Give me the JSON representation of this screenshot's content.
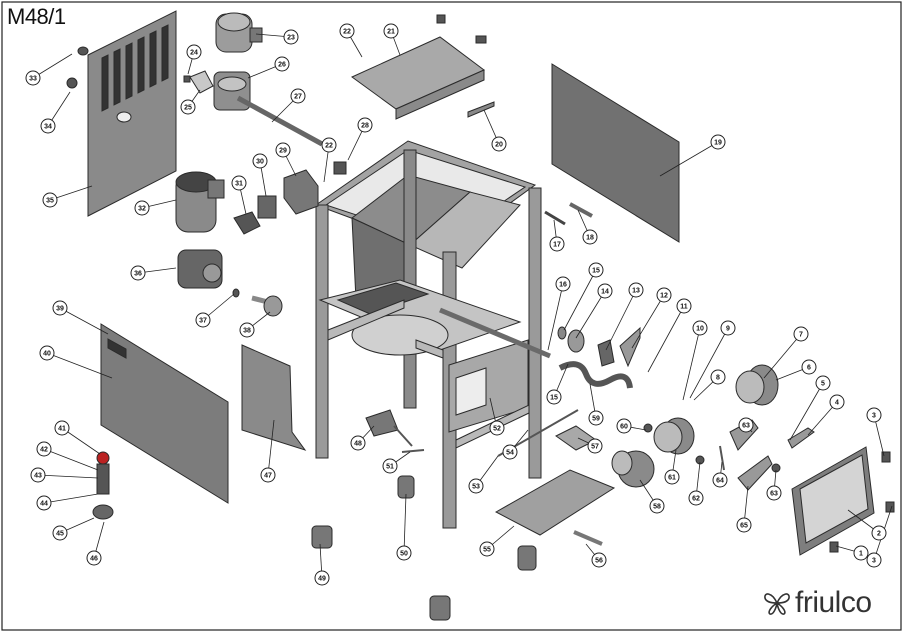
{
  "diagram_title": "M48/1",
  "brand": {
    "name": "friulco",
    "icon": "butterfly-logo-icon"
  },
  "colors": {
    "metal": "#8f8f8f",
    "metal_dark": "#5e5e5e",
    "metal_light": "#c9c9c9",
    "panel": "#7a7a7a",
    "stroke": "#2b2b2b",
    "background": "#ffffff"
  },
  "callouts": [
    "1",
    "2",
    "3",
    "3",
    "4",
    "5",
    "6",
    "7",
    "8",
    "9",
    "10",
    "11",
    "12",
    "13",
    "14",
    "15",
    "15",
    "16",
    "17",
    "18",
    "19",
    "20",
    "21",
    "22",
    "22",
    "23",
    "24",
    "25",
    "26",
    "27",
    "28",
    "29",
    "30",
    "31",
    "32",
    "33",
    "34",
    "35",
    "36",
    "37",
    "38",
    "39",
    "40",
    "41",
    "42",
    "43",
    "44",
    "45",
    "46",
    "47",
    "48",
    "49",
    "50",
    "51",
    "52",
    "53",
    "54",
    "55",
    "56",
    "57",
    "58",
    "59",
    "60",
    "61",
    "62",
    "63",
    "63",
    "64",
    "65"
  ]
}
